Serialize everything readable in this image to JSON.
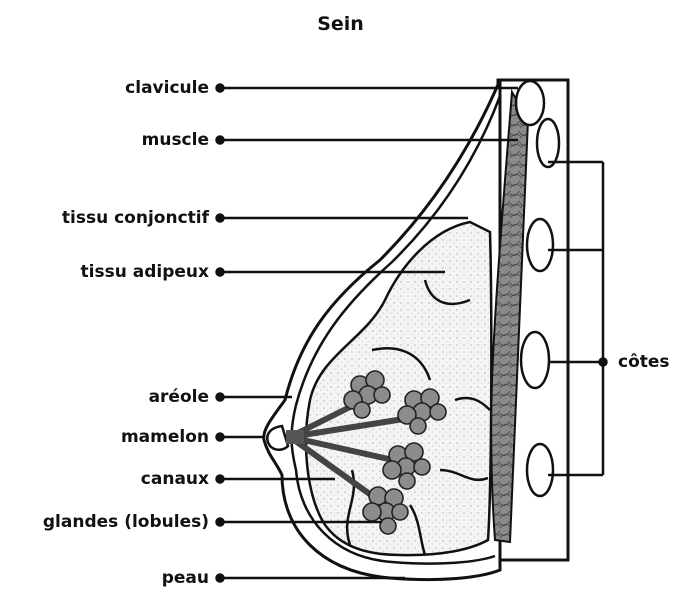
{
  "title": "Sein",
  "labels": {
    "clavicule": "clavicule",
    "muscle": "muscle",
    "tissu_conjonctif": "tissu conjonctif",
    "tissu_adipeux": "tissu adipeux",
    "areole": "aréole",
    "mamelon": "mamelon",
    "canaux": "canaux",
    "glandes": "glandes (lobules)",
    "peau": "peau",
    "cotes": "côtes"
  }
}
